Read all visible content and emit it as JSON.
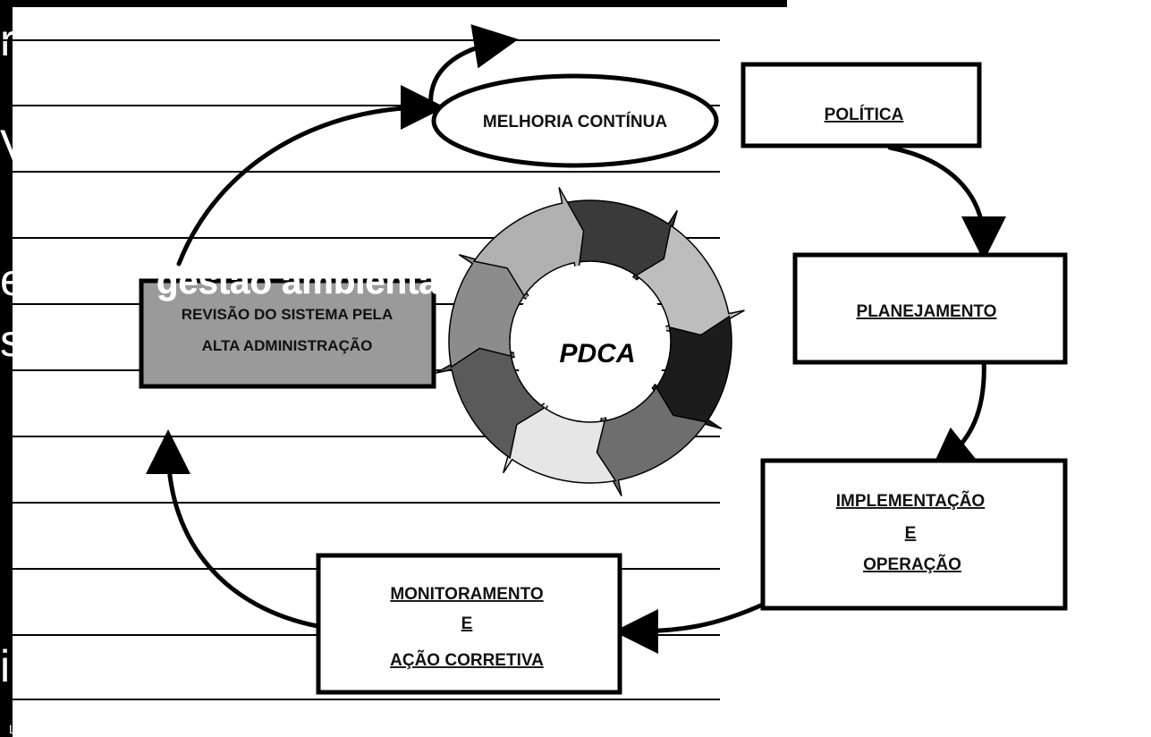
{
  "background": {
    "slide_color": "#000000",
    "panel_color": "#ffffff",
    "fragment_overlay": "gestão ambiental",
    "fragment_left_1": "r",
    "fragment_left_2": "V",
    "fragment_left_3": "e",
    "fragment_left_4": "s",
    "fragment_left_5": "i",
    "fragment_footer": "Lür"
  },
  "diagram": {
    "center_label": "PDCA",
    "melhoria": "MELHORIA CONTÍNUA",
    "politica": "POLÍTICA",
    "planejamento": "PLANEJAMENTO",
    "implementacao": [
      "IMPLEMENTAÇÃO",
      "E",
      "OPERAÇÃO"
    ],
    "monitoramento": [
      "MONITORAMENTO",
      "E",
      "AÇÃO CORRETIVA"
    ],
    "revisao": [
      "REVISÃO DO SISTEMA PELA",
      "ALTA ADMINISTRAÇÃO"
    ],
    "colors": {
      "ink": "#000000",
      "revisao_fill": "#9a9a9a",
      "cycle_segments": [
        "#3a3a3a",
        "#bdbdbd",
        "#1c1c1c",
        "#6e6e6e",
        "#e6e6e6",
        "#5a5a5a",
        "#8c8c8c",
        "#b0b0b0"
      ]
    }
  }
}
